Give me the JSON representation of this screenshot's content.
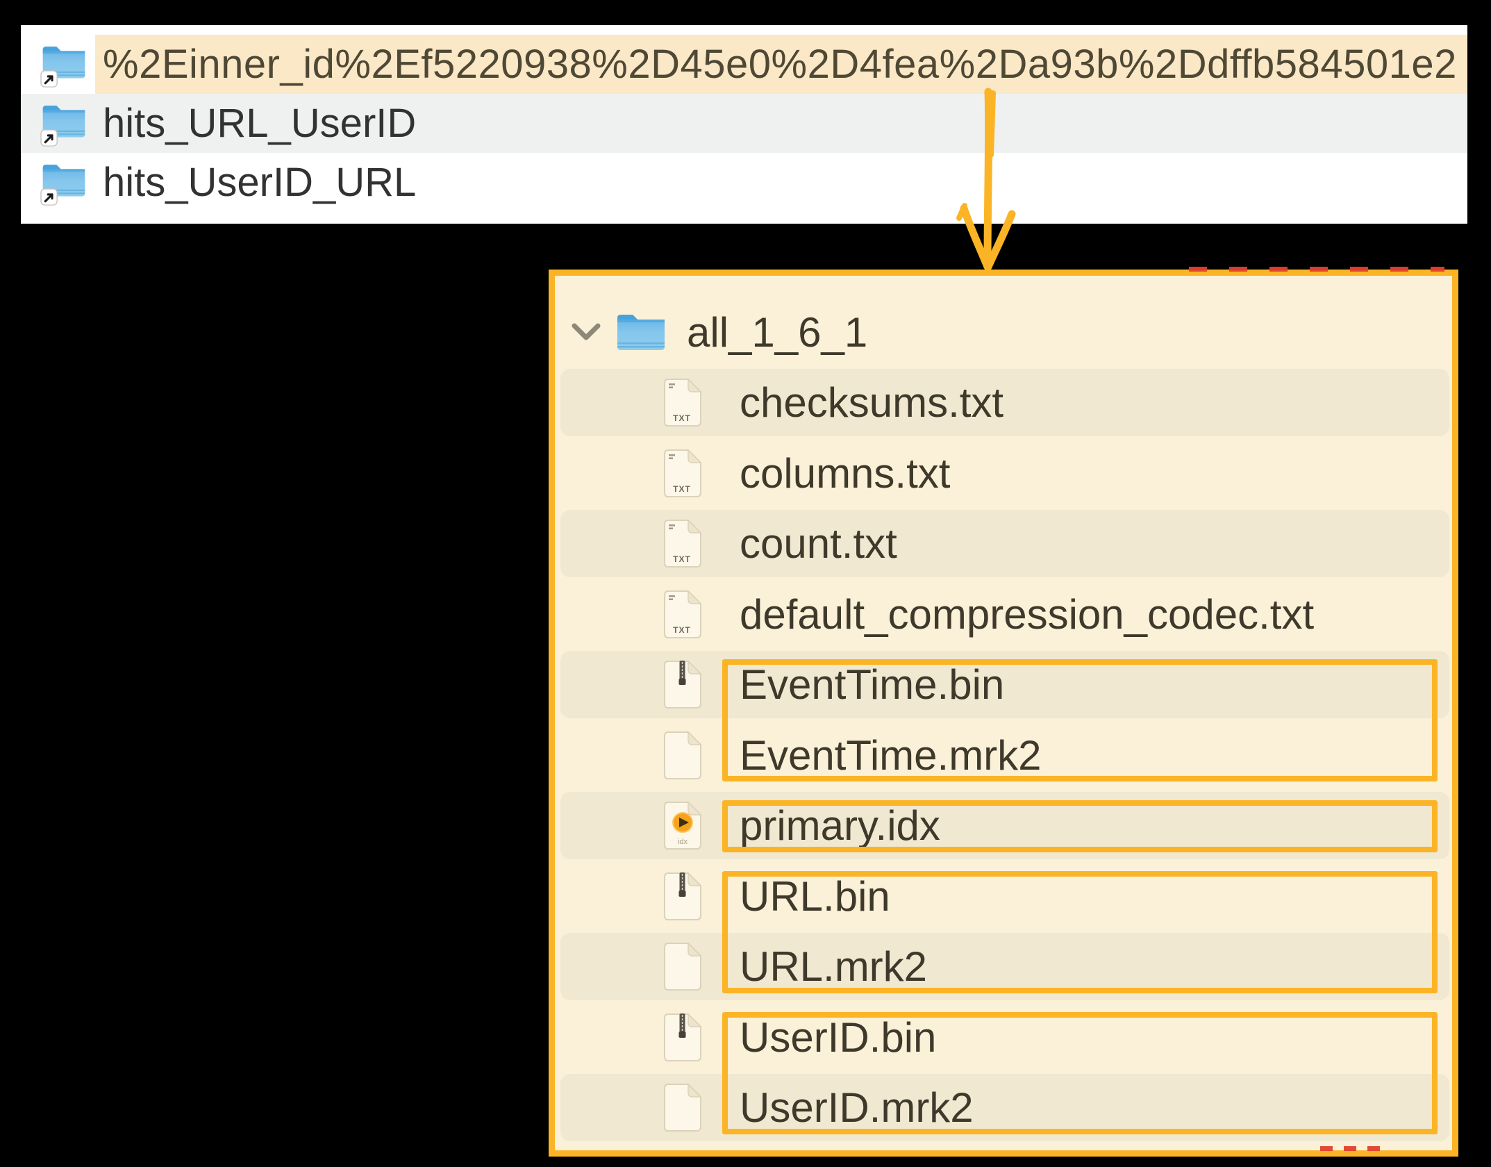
{
  "colors": {
    "accent": "#FBB425",
    "selection_bg": "#FAE8C6",
    "row_alt_bg": "#EFF1F1",
    "panel_bg": "#FBF1D8",
    "row_shade": "#F0E8D0",
    "folder_blue": "#6FB9E6",
    "red_mark": "#E2402C"
  },
  "top_panel": {
    "items": [
      {
        "label": "%2Einner_id%2Ef5220938%2D45e0%2D4fea%2Da93b%2Ddffb584501e2",
        "selected": true
      },
      {
        "label": "hits_URL_UserID",
        "selected": false
      },
      {
        "label": "hits_UserID_URL",
        "selected": false
      }
    ]
  },
  "arrow": {
    "icon": "down-arrow",
    "meaning": "selected folder expands to panel below"
  },
  "tree": {
    "root_label": "all_1_6_1",
    "root_expanded": true,
    "files": [
      {
        "name": "checksums.txt",
        "type": "txt"
      },
      {
        "name": "columns.txt",
        "type": "txt"
      },
      {
        "name": "count.txt",
        "type": "txt"
      },
      {
        "name": "default_compression_codec.txt",
        "type": "txt"
      },
      {
        "name": "EventTime.bin",
        "type": "bin"
      },
      {
        "name": "EventTime.mrk2",
        "type": "mrk"
      },
      {
        "name": "primary.idx",
        "type": "idx"
      },
      {
        "name": "URL.bin",
        "type": "bin"
      },
      {
        "name": "URL.mrk2",
        "type": "mrk"
      },
      {
        "name": "UserID.bin",
        "type": "bin"
      },
      {
        "name": "UserID.mrk2",
        "type": "mrk"
      }
    ],
    "highlight_groups": [
      [
        "EventTime.bin",
        "EventTime.mrk2"
      ],
      [
        "primary.idx"
      ],
      [
        "URL.bin",
        "URL.mrk2"
      ],
      [
        "UserID.bin",
        "UserID.mrk2"
      ]
    ]
  }
}
